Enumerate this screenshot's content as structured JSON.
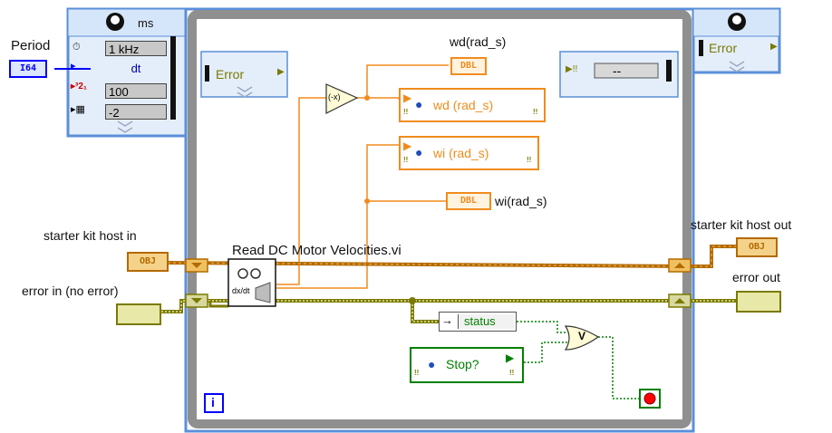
{
  "colors": {
    "loop_frame": "#8f8f8f",
    "timed_loop_blue": "#5b8fd9",
    "timed_loop_fill": "#e4eefb",
    "wire_orange": "#f08c1e",
    "wire_cluster_error": "#7a7a00",
    "wire_class": "#b36a00",
    "wire_bool": "#008000",
    "stop_red": "#ff0000",
    "int_blue": "#0000ff"
  },
  "left_node": {
    "header_unit": "ms",
    "inputs": [
      "1 kHz",
      "dt",
      "100",
      "-2"
    ],
    "period_label": "Period",
    "period_const_type": "I64"
  },
  "loop": {
    "left_error_label": "Error",
    "right_error_glyph": "--",
    "iteration_label": "i"
  },
  "right_node": {
    "error_label": "Error"
  },
  "diagram": {
    "wd_label": "wd(rad_s)",
    "wd_indicator_type": "DBL",
    "wd_var_label": "wd (rad_s)",
    "wi_var_label": "wi (rad_s)",
    "wi_indicator_type": "DBL",
    "wi_label": "wi(rad_s)",
    "subvi_label": "Read DC Motor Velocities.vi",
    "subvi_icon_text": "dx/dt",
    "status_label": "status",
    "stop_var_label": "Stop?",
    "or_label": "V",
    "neg_label": "(-x)"
  },
  "terminals": {
    "starter_kit_host_in": "starter kit host in",
    "starter_kit_host_in_type": "OBJ",
    "error_in": "error in (no error)",
    "starter_kit_host_out": "starter kit host out",
    "starter_kit_host_out_type": "OBJ",
    "error_out": "error out"
  }
}
